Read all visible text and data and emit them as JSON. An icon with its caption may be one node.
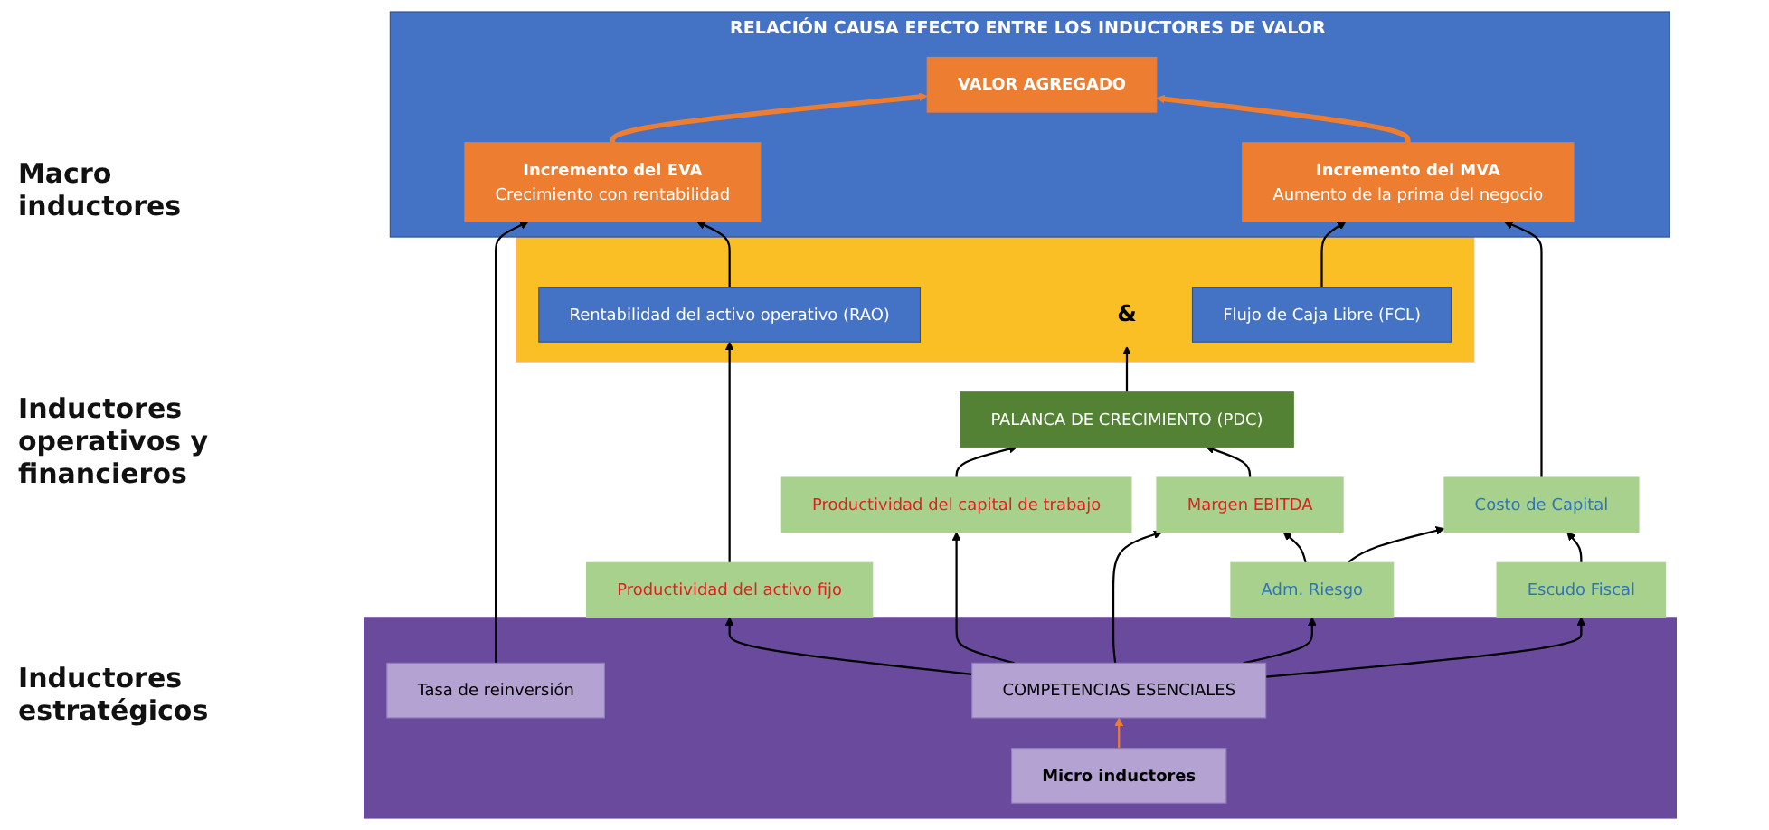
{
  "diagram": {
    "nodes": [
      {
        "text": [
          "RELACIÓN CAUSA EFECTO ENTRE LOS INDUCTORES DE VALOR"
        ]
      },
      {
        "text": [
          "Incremento del EVA",
          "Crecimiento con rentabilidad"
        ],
        "in": 0
      },
      {
        "text": [
          "VALOR AGREGADO"
        ],
        "in": 0
      },
      {
        "text": [
          "Incremento del MVA",
          "Aumento de la prima del negocio"
        ],
        "in": 0
      },
      {
        "text": [],
        "shape": "bar"
      },
      {
        "text": [
          "Rentabilidad del activo operativo (RAO)"
        ],
        "in": 4
      },
      {
        "text": [
          "&"
        ],
        "in": 4
      },
      {
        "text": [
          "Flujo de Caja Libre (FCL)"
        ],
        "in": 4
      },
      {
        "text": [
          "PALANCA DE CRECIMIENTO (PDC)"
        ]
      },
      {
        "text": [
          "Productividad del activo fijo"
        ]
      },
      {
        "text": [
          "Productividad del capital de trabajo"
        ]
      },
      {
        "text": [
          "Margen EBITDA"
        ]
      },
      {
        "text": [
          "Costo de Capital"
        ]
      },
      {
        "text": [
          "Adm. Riesgo"
        ]
      },
      {
        "text": [
          "Escudo Fiscal"
        ]
      },
      {
        "text": [],
        "shape": "bar"
      },
      {
        "text": [
          "Tasa de reinversión"
        ],
        "in": 15
      },
      {
        "text": [
          "COMPETENCIAS ESENCIALES"
        ],
        "in": 15
      },
      {
        "text": [
          "Micro inductores"
        ],
        "in": 15
      }
    ],
    "edges": [
      {
        "from": 1,
        "to": 2,
        "arrow": "to",
        "style": "thick",
        "color": "#ed7d31"
      },
      {
        "from": 3,
        "to": 2,
        "arrow": "to",
        "style": "thick",
        "color": "#ed7d31"
      },
      {
        "from": 16,
        "to": 1,
        "arrow": "to"
      },
      {
        "from": 5,
        "to": 1,
        "arrow": "to"
      },
      {
        "from": 7,
        "to": 3,
        "arrow": "to"
      },
      {
        "from": 12,
        "to": 3,
        "arrow": "to"
      },
      {
        "from": 9,
        "to": 5,
        "arrow": "to"
      },
      {
        "from": 8,
        "to": 6,
        "arrow": "to"
      },
      {
        "from": 10,
        "to": 8,
        "arrow": "to"
      },
      {
        "from": 11,
        "to": 8,
        "arrow": "to"
      },
      {
        "from": 13,
        "to": 11,
        "arrow": "to"
      },
      {
        "from": 13,
        "to": 12,
        "arrow": "to"
      },
      {
        "from": 14,
        "to": 12,
        "arrow": "to"
      },
      {
        "from": 17,
        "to": 9,
        "arrow": "to"
      },
      {
        "from": 17,
        "to": 10,
        "arrow": "to"
      },
      {
        "from": 17,
        "to": 11,
        "arrow": "to"
      },
      {
        "from": 17,
        "to": 13,
        "arrow": "to"
      },
      {
        "from": 17,
        "to": 14,
        "arrow": "to"
      },
      {
        "from": 18,
        "to": 17,
        "arrow": "to",
        "color": "#ed7d31"
      }
    ],
    "labels": [
      "Macro inductores",
      "Inductores operativos y financieros",
      "Inductores estratégicos"
    ]
  }
}
